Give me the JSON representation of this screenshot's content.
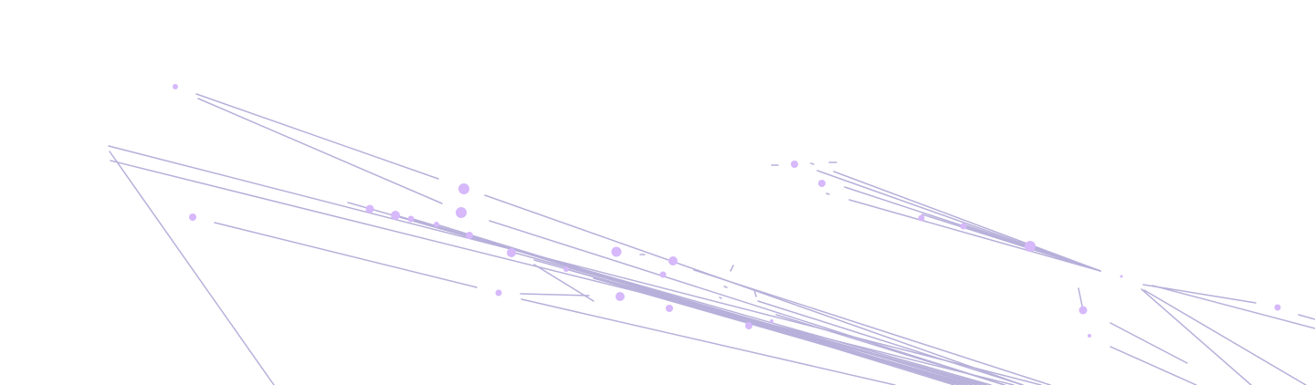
{
  "colors": {
    "background": "#ffffff",
    "line": "#b7b0da",
    "node": "#d6b8fb"
  },
  "graphic": {
    "description_kind": "network-graph",
    "edge_count": 44,
    "node_count": 28
  }
}
